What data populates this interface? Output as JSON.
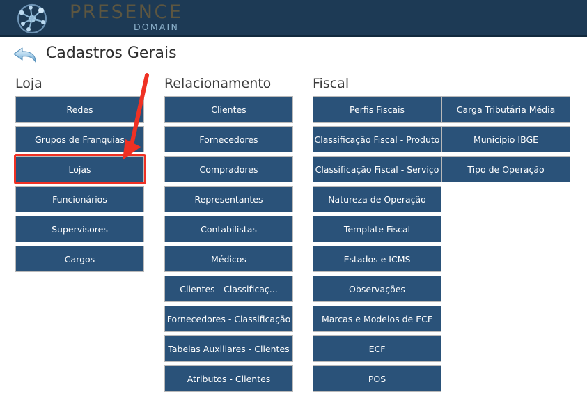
{
  "brand": {
    "logo_icon": "network-nodes-icon",
    "wordmark_primary": "PRESENCE",
    "wordmark_secondary": "DOMAIN",
    "bar_color": "#1d3a55",
    "wordmark_primary_color": "#5d5640",
    "wordmark_secondary_color": "#8fb4ce"
  },
  "header": {
    "back_icon": "back-arrow-icon",
    "title": "Cadastros Gerais"
  },
  "theme": {
    "button_fill": "#2a5279",
    "button_border": "#b9b9b9",
    "button_text": "#ffffff",
    "annotation_color": "#ef3124",
    "page_background": "#ffffff"
  },
  "annotations": {
    "highlight_target": "Lojas",
    "arrow_icon": "red-pointer-arrow",
    "box_icon": "red-highlight-box"
  },
  "groups": [
    {
      "title": "Loja",
      "columns": [
        {
          "items": [
            "Redes",
            "Grupos de Franquias",
            "Lojas",
            "Funcionários",
            "Supervisores",
            "Cargos"
          ]
        }
      ]
    },
    {
      "title": "Relacionamento",
      "columns": [
        {
          "items": [
            "Clientes",
            "Fornecedores",
            "Compradores",
            "Representantes",
            "Contabilistas",
            "Médicos",
            "Clientes - Classificaç...",
            "Fornecedores - Classificação",
            "Tabelas Auxiliares - Clientes",
            "Atributos - Clientes"
          ]
        }
      ]
    },
    {
      "title": "Fiscal",
      "columns": [
        {
          "items": [
            "Perfis Fiscais",
            "Classificação Fiscal - Produto",
            "Classificação Fiscal - Serviço",
            "Natureza de Operação",
            "Template Fiscal",
            "Estados e ICMS",
            "Observações",
            "Marcas e Modelos de ECF",
            "ECF",
            "POS"
          ]
        },
        {
          "items": [
            "Carga Tributária Média",
            "Município IBGE",
            "Tipo de Operação"
          ]
        }
      ]
    }
  ]
}
